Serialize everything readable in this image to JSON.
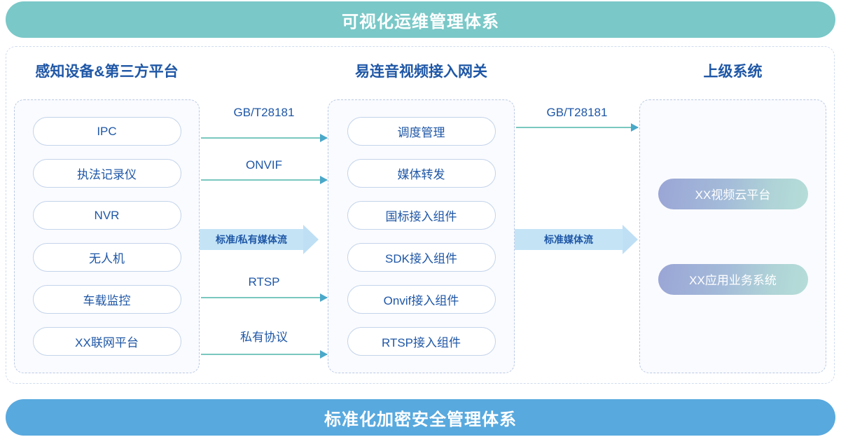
{
  "banners": {
    "top": "可视化运维管理体系",
    "bottom": "标准化加密安全管理体系",
    "top_color": "#7ac8c8",
    "bottom_color": "#58a9de"
  },
  "columns": {
    "left": {
      "title": "感知设备&第三方平台",
      "items": [
        {
          "label": "IPC"
        },
        {
          "label": "执法记录仪"
        },
        {
          "label": "NVR"
        },
        {
          "label": "无人机"
        },
        {
          "label": "车载监控"
        },
        {
          "label": "XX联网平台"
        }
      ]
    },
    "middle": {
      "title": "易连音视频接入网关",
      "items": [
        {
          "label": "调度管理"
        },
        {
          "label": "媒体转发"
        },
        {
          "label": "国标接入组件"
        },
        {
          "label": "SDK接入组件"
        },
        {
          "label": "Onvif接入组件"
        },
        {
          "label": "RTSP接入组件"
        }
      ]
    },
    "right": {
      "title": "上级系统",
      "items": [
        {
          "label": "XX视频云平台"
        },
        {
          "label": "XX应用业务系统"
        }
      ]
    }
  },
  "connectors": {
    "left_to_middle": [
      {
        "label": "GB/T28181",
        "style": "thin"
      },
      {
        "label": "ONVIF",
        "style": "thin"
      },
      {
        "label": "标准/私有媒体流",
        "style": "block"
      },
      {
        "label": "RTSP",
        "style": "thin"
      },
      {
        "label": "私有协议",
        "style": "thin"
      }
    ],
    "middle_to_right": [
      {
        "label": "GB/T28181",
        "style": "thin"
      },
      {
        "label": "标准媒体流",
        "style": "block"
      }
    ]
  },
  "colors": {
    "heading_text": "#1f57a6",
    "pill_border": "#c3d3ea",
    "pill_text": "#1f57a6",
    "thin_arrow": "#79c8bf",
    "thin_arrow_head": "#4aa8c9",
    "block_arrow": "#c4e4f6",
    "panel_background": "#fafbfe",
    "panel_border": "#b9c9e4",
    "gradient_pill_start": "#9aa5d6",
    "gradient_pill_end": "#b6ddd8"
  }
}
